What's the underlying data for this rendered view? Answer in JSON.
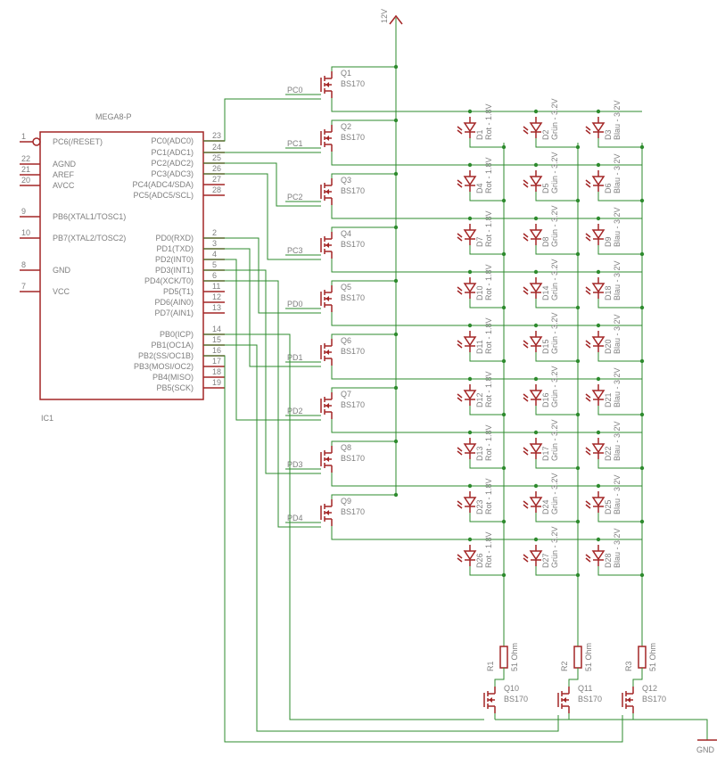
{
  "supply": {
    "label": "12V"
  },
  "ground": {
    "label": "GND"
  },
  "ic": {
    "title": "MEGA8-P",
    "name": "IC1",
    "left_pins": [
      {
        "num": "1",
        "name": "PC6(/RESET)"
      },
      {
        "num": "22",
        "name": "AGND"
      },
      {
        "num": "21",
        "name": "AREF"
      },
      {
        "num": "20",
        "name": "AVCC"
      },
      {
        "num": "9",
        "name": "PB6(XTAL1/TOSC1)"
      },
      {
        "num": "10",
        "name": "PB7(XTAL2/TOSC2)"
      },
      {
        "num": "8",
        "name": "GND"
      },
      {
        "num": "7",
        "name": "VCC"
      }
    ],
    "right_pins": [
      {
        "num": "23",
        "name": "PC0(ADC0)"
      },
      {
        "num": "24",
        "name": "PC1(ADC1)"
      },
      {
        "num": "25",
        "name": "PC2(ADC2)"
      },
      {
        "num": "26",
        "name": "PC3(ADC3)"
      },
      {
        "num": "27",
        "name": "PC4(ADC4/SDA)"
      },
      {
        "num": "28",
        "name": "PC5(ADC5/SCL)"
      },
      {
        "num": "2",
        "name": "PD0(RXD)"
      },
      {
        "num": "3",
        "name": "PD1(TXD)"
      },
      {
        "num": "4",
        "name": "PD2(INT0)"
      },
      {
        "num": "5",
        "name": "PD3(INT1)"
      },
      {
        "num": "6",
        "name": "PD4(XCK/T0)"
      },
      {
        "num": "11",
        "name": "PD5(T1)"
      },
      {
        "num": "12",
        "name": "PD6(AIN0)"
      },
      {
        "num": "13",
        "name": "PD7(AIN1)"
      },
      {
        "num": "14",
        "name": "PB0(ICP)"
      },
      {
        "num": "15",
        "name": "PB1(OC1A)"
      },
      {
        "num": "16",
        "name": "PB2(SS/OC1B)"
      },
      {
        "num": "17",
        "name": "PB3(MOSI/OC2)"
      },
      {
        "num": "18",
        "name": "PB4(MISO)"
      },
      {
        "num": "19",
        "name": "PB5(SCK)"
      }
    ]
  },
  "row_fets": [
    {
      "name": "Q1",
      "value": "BS170",
      "net": "PC0"
    },
    {
      "name": "Q2",
      "value": "BS170",
      "net": "PC1"
    },
    {
      "name": "Q3",
      "value": "BS170",
      "net": "PC2"
    },
    {
      "name": "Q4",
      "value": "BS170",
      "net": "PC3"
    },
    {
      "name": "Q5",
      "value": "BS170",
      "net": "PD0"
    },
    {
      "name": "Q6",
      "value": "BS170",
      "net": "PD1"
    },
    {
      "name": "Q7",
      "value": "BS170",
      "net": "PD2"
    },
    {
      "name": "Q8",
      "value": "BS170",
      "net": "PD3"
    },
    {
      "name": "Q9",
      "value": "BS170",
      "net": "PD4"
    }
  ],
  "led_values": [
    "Rot - 1.8V",
    "Grün - 3.2V",
    "Blau - 3.2V"
  ],
  "led_grid": [
    [
      "D1",
      "D2",
      "D3"
    ],
    [
      "D4",
      "D5",
      "D6"
    ],
    [
      "D7",
      "D8",
      "D9"
    ],
    [
      "D10",
      "D14",
      "D18"
    ],
    [
      "D11",
      "D15",
      "D20"
    ],
    [
      "D12",
      "D16",
      "D21"
    ],
    [
      "D13",
      "D17",
      "D22"
    ],
    [
      "D23",
      "D24",
      "D25"
    ],
    [
      "D26",
      "D27",
      "D28"
    ]
  ],
  "resistors": [
    {
      "name": "R1",
      "value": "51 Ohm"
    },
    {
      "name": "R2",
      "value": "51 Ohm"
    },
    {
      "name": "R3",
      "value": "51 Ohm"
    }
  ],
  "col_fets": [
    {
      "name": "Q10",
      "value": "BS170"
    },
    {
      "name": "Q11",
      "value": "BS170"
    },
    {
      "name": "Q12",
      "value": "BS170"
    }
  ]
}
